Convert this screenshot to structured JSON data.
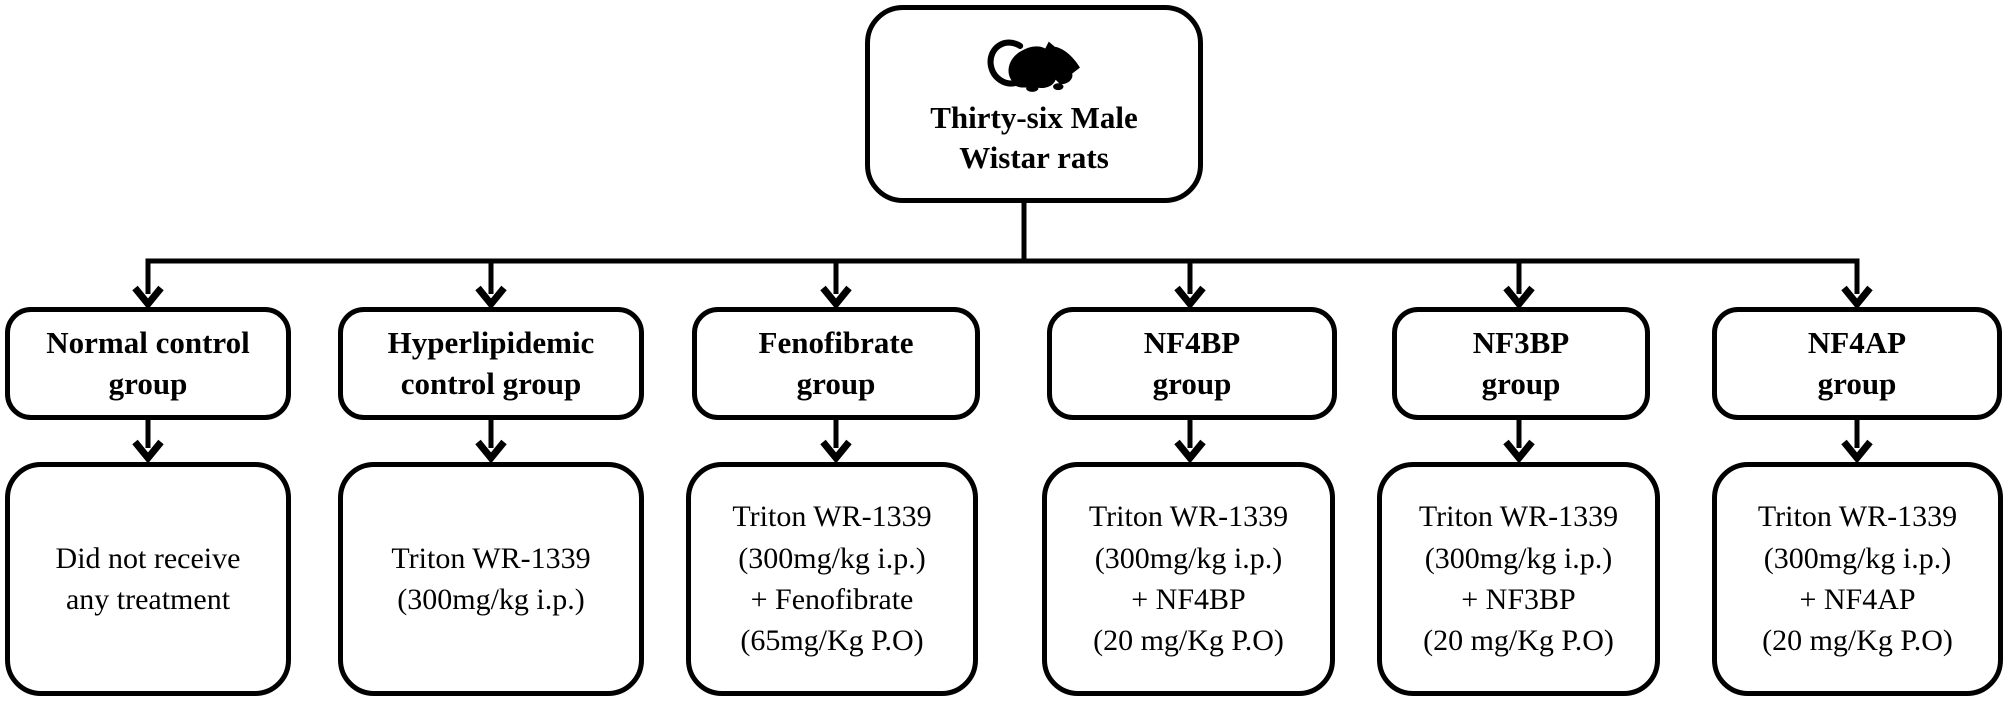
{
  "root": {
    "label_lines": [
      "Thirty-six Male",
      "Wistar rats"
    ],
    "icon": "rat-icon"
  },
  "groups": [
    {
      "name_lines": [
        "Normal control",
        "group"
      ],
      "treatment_lines": [
        "Did not receive",
        "any treatment"
      ]
    },
    {
      "name_lines": [
        "Hyperlipidemic",
        "control group"
      ],
      "treatment_lines": [
        "Triton WR-1339",
        "(300mg/kg i.p.)"
      ]
    },
    {
      "name_lines": [
        "Fenofibrate",
        "group"
      ],
      "treatment_lines": [
        "Triton WR-1339",
        "(300mg/kg i.p.)",
        "+ Fenofibrate",
        "(65mg/Kg P.O)"
      ]
    },
    {
      "name_lines": [
        "NF4BP",
        "group"
      ],
      "treatment_lines": [
        "Triton WR-1339",
        "(300mg/kg i.p.)",
        "+ NF4BP",
        "(20 mg/Kg P.O)"
      ]
    },
    {
      "name_lines": [
        "NF3BP",
        "group"
      ],
      "treatment_lines": [
        "Triton WR-1339",
        "(300mg/kg i.p.)",
        "+ NF3BP",
        "(20 mg/Kg P.O)"
      ]
    },
    {
      "name_lines": [
        "NF4AP",
        "group"
      ],
      "treatment_lines": [
        "Triton WR-1339",
        "(300mg/kg i.p.)",
        "+ NF4AP",
        "(20 mg/Kg P.O)"
      ]
    }
  ],
  "colors": {
    "line": "#000000",
    "background": "#ffffff",
    "text": "#000000"
  }
}
